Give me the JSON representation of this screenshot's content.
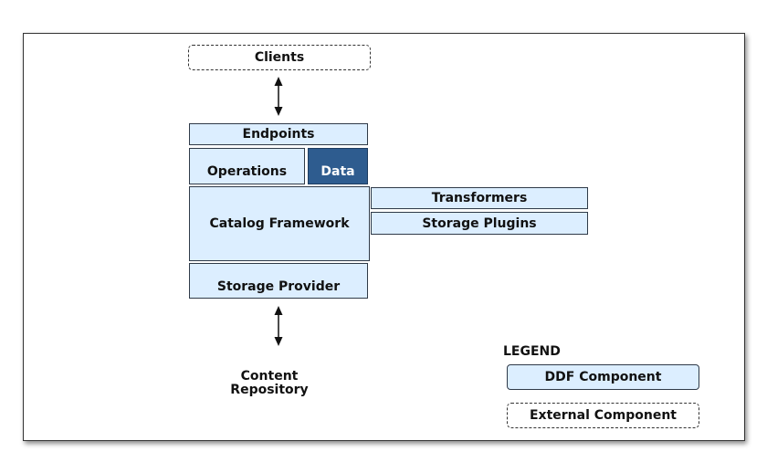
{
  "diagram": {
    "clients": "Clients",
    "endpoints": "Endpoints",
    "operations": "Operations",
    "data": "Data",
    "catalog_framework": "Catalog Framework",
    "transformers": "Transformers",
    "storage_plugins": "Storage Plugins",
    "storage_provider": "Storage Provider",
    "content_repository_line1": "Content",
    "content_repository_line2": "Repository"
  },
  "legend": {
    "title": "LEGEND",
    "ddf_component": "DDF Component",
    "external_component": "External Component"
  },
  "colors": {
    "ddf_fill": "#dceeff",
    "data_fill": "#2e5c8f",
    "outline": "#2f3a48"
  }
}
